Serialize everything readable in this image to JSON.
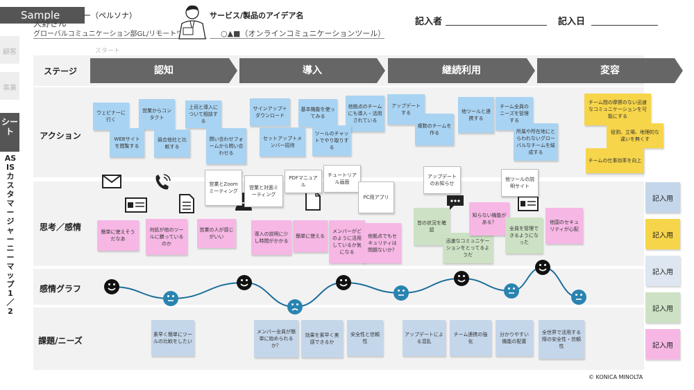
{
  "header": {
    "sample": "Sample",
    "persona_label": "ー（ペルソナ）",
    "persona_name": "大野さん",
    "persona_role": "グローバルコミュニケーション部GL/リモートワーク",
    "idea_label": "サービス/製品のアイデア名",
    "idea_name": "○▲■（オンラインコミュニケーションツール）",
    "writer_label": "記入者",
    "date_label": "記入日",
    "start": "スタート"
  },
  "side": {
    "tab1": "顧客",
    "tab2": "事業",
    "tab_active": "シート",
    "title": "AS IS カスタマージャーニーマップ 1／2"
  },
  "rows": {
    "stage": "ステージ",
    "action": "アクション",
    "thought": "思考／感情",
    "emotion": "感情グラフ",
    "needs": "課題/ニーズ"
  },
  "stages": [
    "認知",
    "導入",
    "継続利用",
    "変容"
  ],
  "kinyu": [
    "記入用",
    "記入用",
    "記入用",
    "記入用",
    "記入用"
  ],
  "action_notes": [
    "ウェビナーに行く",
    "営業からコンタクト",
    "上司と導入について相談する",
    "WEBサイトを閲覧する",
    "競合他社と比較する",
    "問い合わせフォームから問い合わせる",
    "サインアップ＋ダウンロード",
    "基本機能を使ってみる",
    "他拠点のチームにも導入・活用されている",
    "セットアップ＋メンバー招待",
    "ツールのチャットでやり取りする",
    "アップデートする",
    "複数のチームを作る",
    "他ツールと連携する",
    "チーム全員のニーズを管理する",
    "所属や所在地にとらわれないグローバルなチームを結成する",
    "チーム間の摩擦のない迅速なコミュニケーションを可能にする",
    "役割、立場、地理的な違いを無くす",
    "チームの仕事効率を向上"
  ],
  "touchpoints": [
    "営業とZoomミーティング",
    "営業と対面ミーティング",
    "PDFマニュアル",
    "チュートリアル画面",
    "PC用アプリ",
    "アップデートのお知らせ",
    "他ツールの説明サイト"
  ],
  "thought_notes": [
    "簡単に使えそうだなあ",
    "何処が他のツールに勝っているのか",
    "営業の人が感じがいい",
    "導入の説明に少し時間がかかる",
    "簡単に使える",
    "メンバーがどのように活用しているか気になる",
    "他拠点でもセキュリティは問題ないか？",
    "皆の状況を確認",
    "迅速なコミュニケーションをとってるようだ",
    "知らない機能がある？",
    "全員を管理できるようになった",
    "他国のセキュリティが心配"
  ],
  "needs_notes": [
    "素早く簡単にツールの比較をしたい",
    "メンバー全員が簡単に始められるか？",
    "効果を素早く実感できるか",
    "安全性と信頼性",
    "アップデートによる混乱",
    "チーム連携の強化",
    "分かりやすい機能の配置",
    "全世界で活用する際の安全性・信頼性"
  ],
  "emotion_graph": {
    "points": [
      {
        "mood": "happy"
      },
      {
        "mood": "neutral"
      },
      {
        "mood": "happy"
      },
      {
        "mood": "sad"
      },
      {
        "mood": "happy"
      },
      {
        "mood": "neutral"
      },
      {
        "mood": "happy"
      },
      {
        "mood": "neutral"
      },
      {
        "mood": "happy"
      },
      {
        "mood": "neutral"
      }
    ]
  },
  "footer": {
    "copyright": "© KONICA MINOLTA"
  },
  "colors": {
    "blue": "#a9d3f2",
    "yellow": "#f7d54a",
    "pink": "#f6b7e5",
    "green": "#cde2c4",
    "graph_line": "#1a6d9b",
    "face_neutral": "#2a84b0"
  }
}
